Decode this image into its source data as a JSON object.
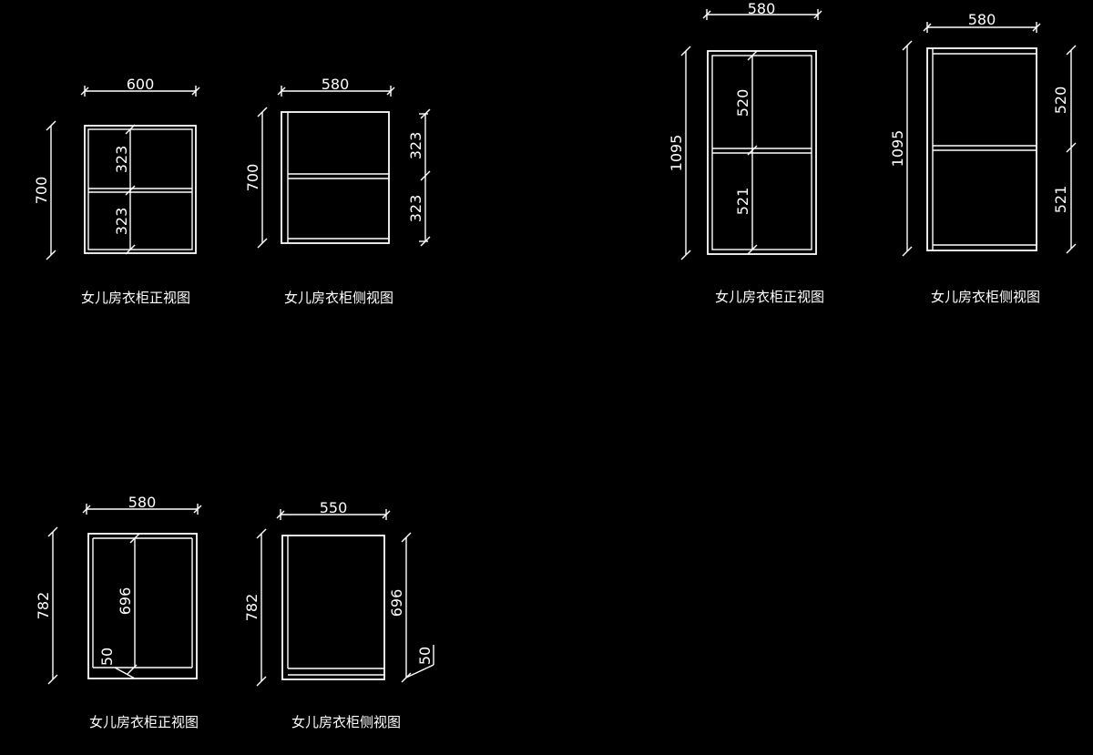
{
  "colors": {
    "background": "#000000",
    "line": "#ffffff"
  },
  "drawings": [
    {
      "id": "d1",
      "caption": "女儿房衣柜正视图",
      "width_label": "600",
      "height_label": "700",
      "inner_labels": [
        "323",
        "323"
      ]
    },
    {
      "id": "d2",
      "caption": "女儿房衣柜侧视图",
      "width_label": "580",
      "height_label": "700",
      "inner_labels": [
        "323",
        "323"
      ]
    },
    {
      "id": "d3",
      "caption": "女儿房衣柜正视图",
      "width_label": "580",
      "height_label": "1095",
      "inner_labels": [
        "520",
        "521"
      ]
    },
    {
      "id": "d4",
      "caption": "女儿房衣柜侧视图",
      "width_label": "580",
      "height_label": "1095",
      "inner_labels": [
        "520",
        "521"
      ]
    },
    {
      "id": "d5",
      "caption": "女儿房衣柜正视图",
      "width_label": "580",
      "height_label": "782",
      "inner_labels": [
        "696",
        "50"
      ]
    },
    {
      "id": "d6",
      "caption": "女儿房衣柜侧视图",
      "width_label": "550",
      "height_label": "782",
      "inner_labels": [
        "696",
        "50"
      ]
    }
  ]
}
